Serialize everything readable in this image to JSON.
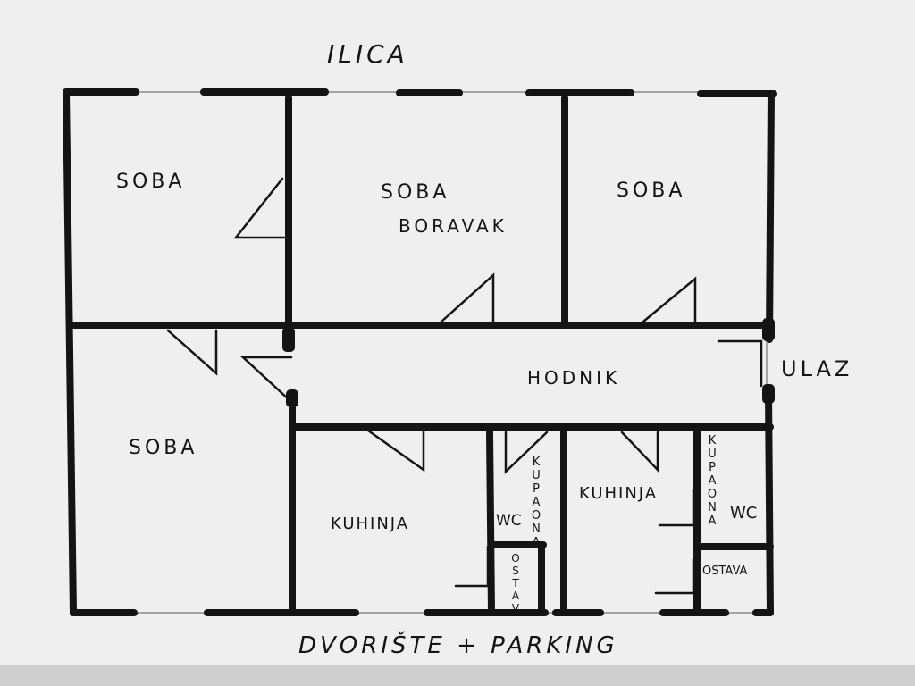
{
  "colors": {
    "ink": "#141414",
    "paper": "#efefef",
    "shadow": "#cfcfcf"
  },
  "street_top": "ILICA",
  "street_bottom": "DVORIŠTE + PARKING",
  "entrance": "ULAZ",
  "rooms": {
    "soba_top_left": "SOBA",
    "soba_living": "SOBA",
    "boravak": "BORAVAK",
    "soba_top_right": "SOBA",
    "soba_bottom_left": "SOBA",
    "hodnik": "HODNIK",
    "kuhinja_left": "KUHINJA",
    "wc_left": "WC",
    "kupaona_left": "KUPAONA",
    "ostava_left": "OSTAV",
    "kuhinja_right": "KUHINJA",
    "kupaona_right": "KUPAONA",
    "wc_right": "WC",
    "ostava_right": "OSTAVA"
  }
}
